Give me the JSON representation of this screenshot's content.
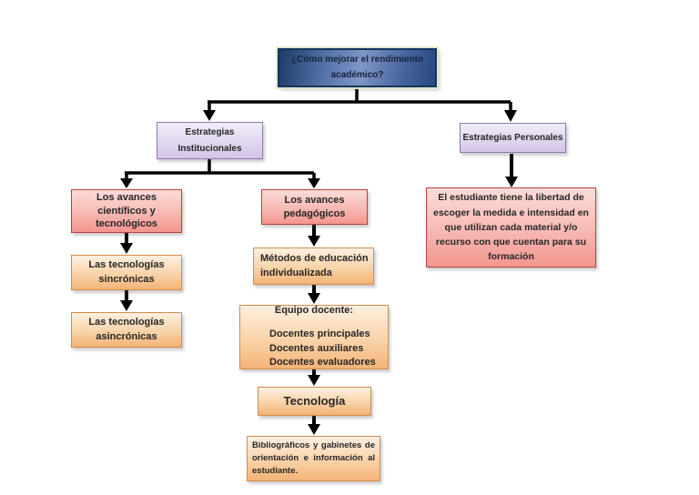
{
  "diagram": {
    "root": "¿Cómo mejorar el rendimiento académico?",
    "branches": {
      "institucionales": "Estrategias Institucionales",
      "personales": "Estrategias Personales"
    },
    "nodes": {
      "avances_cientificos": "Los avances científicos y tecnológicos",
      "avances_pedagogicos": "Los avances pedagógicos",
      "estudiante_libertad": "El estudiante tiene la libertad de escoger la medida e intensidad en que utilizan cada material y/o recurso con que cuentan para su formación",
      "tec_sincronicas": "Las tecnologías sincrónicas",
      "tec_asincronicas": "Las tecnologías asincrónicas",
      "metodos": "Métodos de educación individualizada",
      "equipo_title": "Equipo docente:",
      "equipo_items": [
        "Docentes principales",
        "Docentes auxiliares",
        "Docentes evaluadores"
      ],
      "tecnologia": "Tecnología",
      "bibliograficos": "Bibliográficos y gabinetes de orientación e información al estudiante."
    },
    "colors": {
      "root_fill_dark": "#1e3a68",
      "root_fill_light": "#7e97c6",
      "root_border": "#16355e",
      "branch_fill": "#dccfeb",
      "branch_border": "#8c79b2",
      "concept_fill": "#f2968f",
      "concept_border": "#b8433c",
      "detail_fill": "#f3b377",
      "detail_border": "#d28d4e",
      "connector": "#000000"
    }
  }
}
